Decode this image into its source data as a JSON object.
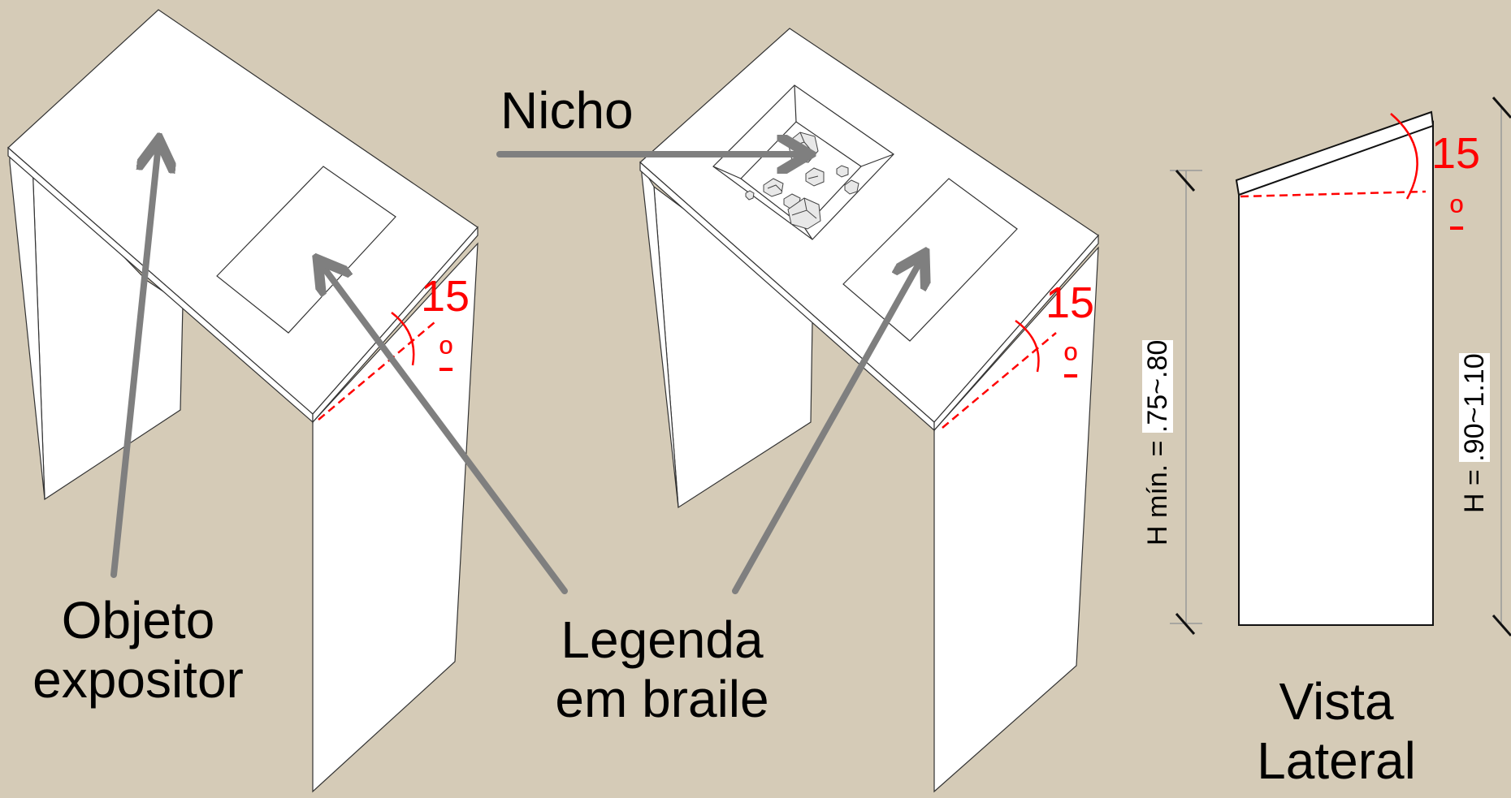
{
  "labels": {
    "nicho": "Nicho",
    "objeto_line1": "Objeto",
    "objeto_line2": "expositor",
    "legenda_line1": "Legenda",
    "legenda_line2": "em braile",
    "vista_line1": "Vista",
    "vista_line2": "Lateral"
  },
  "angles": {
    "value": "15",
    "degree_symbol": "º"
  },
  "dimensions": {
    "h_min_prefix": "H mín. = ",
    "h_min_value": ".75~.80",
    "h_prefix": "H = ",
    "h_value": ".90~1.10"
  },
  "colors": {
    "background": "#d5cbb7",
    "annotation": "#ff0000",
    "arrow": "#7f7f7f",
    "furniture": "#ffffff"
  }
}
